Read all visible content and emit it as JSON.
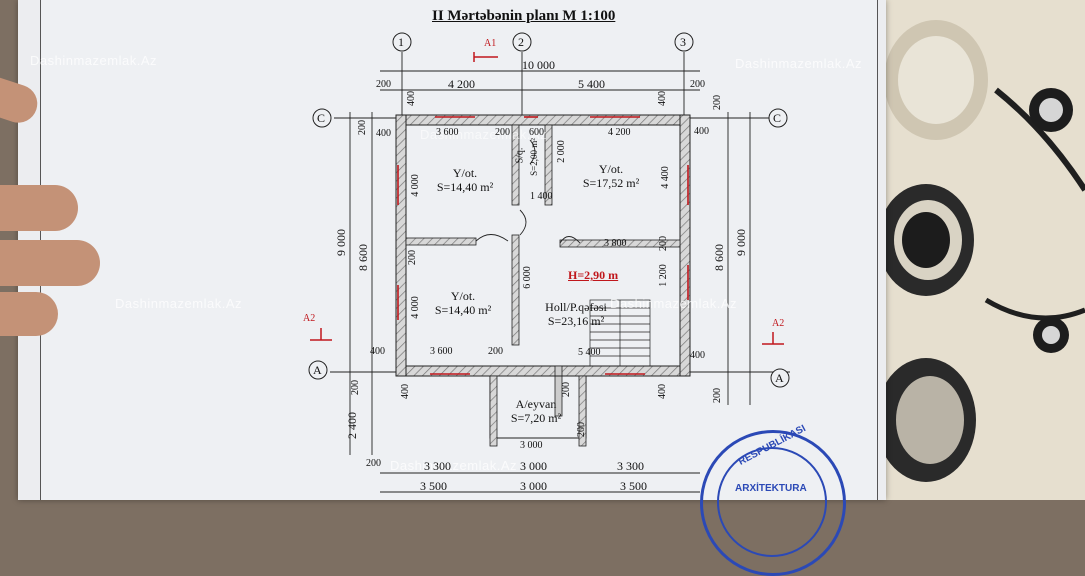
{
  "title": "II Mərtəbənin planı M 1:100",
  "watermark": "Dashinmazemlak.Az",
  "axes": {
    "a1": "1",
    "a2": "2",
    "a3": "3",
    "c": "C",
    "a": "A"
  },
  "sections": {
    "top": "A1",
    "left": "A2",
    "right": "A2"
  },
  "dims": {
    "total_top": "10 000",
    "top_200_l": "200",
    "top_4200": "4 200",
    "top_5400": "5 400",
    "top_200_r": "200",
    "left_9000": "9 000",
    "left_8600": "8 600",
    "left_2400": "2 400",
    "left_200_t": "200",
    "left_200_b": "200",
    "right_8600": "8 600",
    "right_9000": "9 000",
    "right_200_t": "200",
    "right_200_b": "200",
    "w400_a": "400",
    "w400_b": "400",
    "w400_c": "400",
    "w400_d": "400",
    "w400_e": "400",
    "w400_f": "400",
    "w400_g": "400",
    "w400_h": "400",
    "r1_w": "3 600",
    "r1_h": "4 000",
    "r2_w": "4 200",
    "r2_h": "4 400",
    "r3_w": "3 600",
    "r3_h": "4 000",
    "hall_w": "3 800",
    "hall_h": "6 000",
    "wc_w": "1 400",
    "wc_h": "2 000",
    "d200_a": "200",
    "d200_b": "200",
    "d200_c": "200",
    "d200_d": "200",
    "d200_e": "200",
    "d200_f": "200",
    "d200_g": "200",
    "d600": "600",
    "d1200": "1 200",
    "d5400": "5 400",
    "bot_3000": "3 000",
    "bot_3300_l": "3 300",
    "bot_3000_m": "3 000",
    "bot_3300_r": "3 300",
    "bot_200": "200",
    "bot_3500_l": "3 500",
    "bot_3000_b": "3 000",
    "bot_3500_r": "3 500"
  },
  "rooms": {
    "bed1_name": "Y/ot.",
    "bed1_area": "S=14,40 m²",
    "bed2_name": "Y/ot.",
    "bed2_area": "S=17,52 m²",
    "bed3_name": "Y/ot.",
    "bed3_area": "S=14,40 m²",
    "hall_name": "Holl/P.qəfəsi",
    "hall_area": "S=23,16 m²",
    "porch_name": "A/eyvan",
    "porch_area": "S=7,20 m²",
    "wc_name": "S/q.",
    "wc_area": "S=2,00 m²"
  },
  "height_label": "H=2,90 m",
  "stamp": {
    "top": "RESPUBLİKASI",
    "bottom": "ARXİTEKTURA"
  },
  "colors": {
    "paper": "#eef0f3",
    "wall_hatch": "#8a8a8a",
    "dim_red": "#c0171c",
    "stamp_blue": "#2b49b6"
  }
}
